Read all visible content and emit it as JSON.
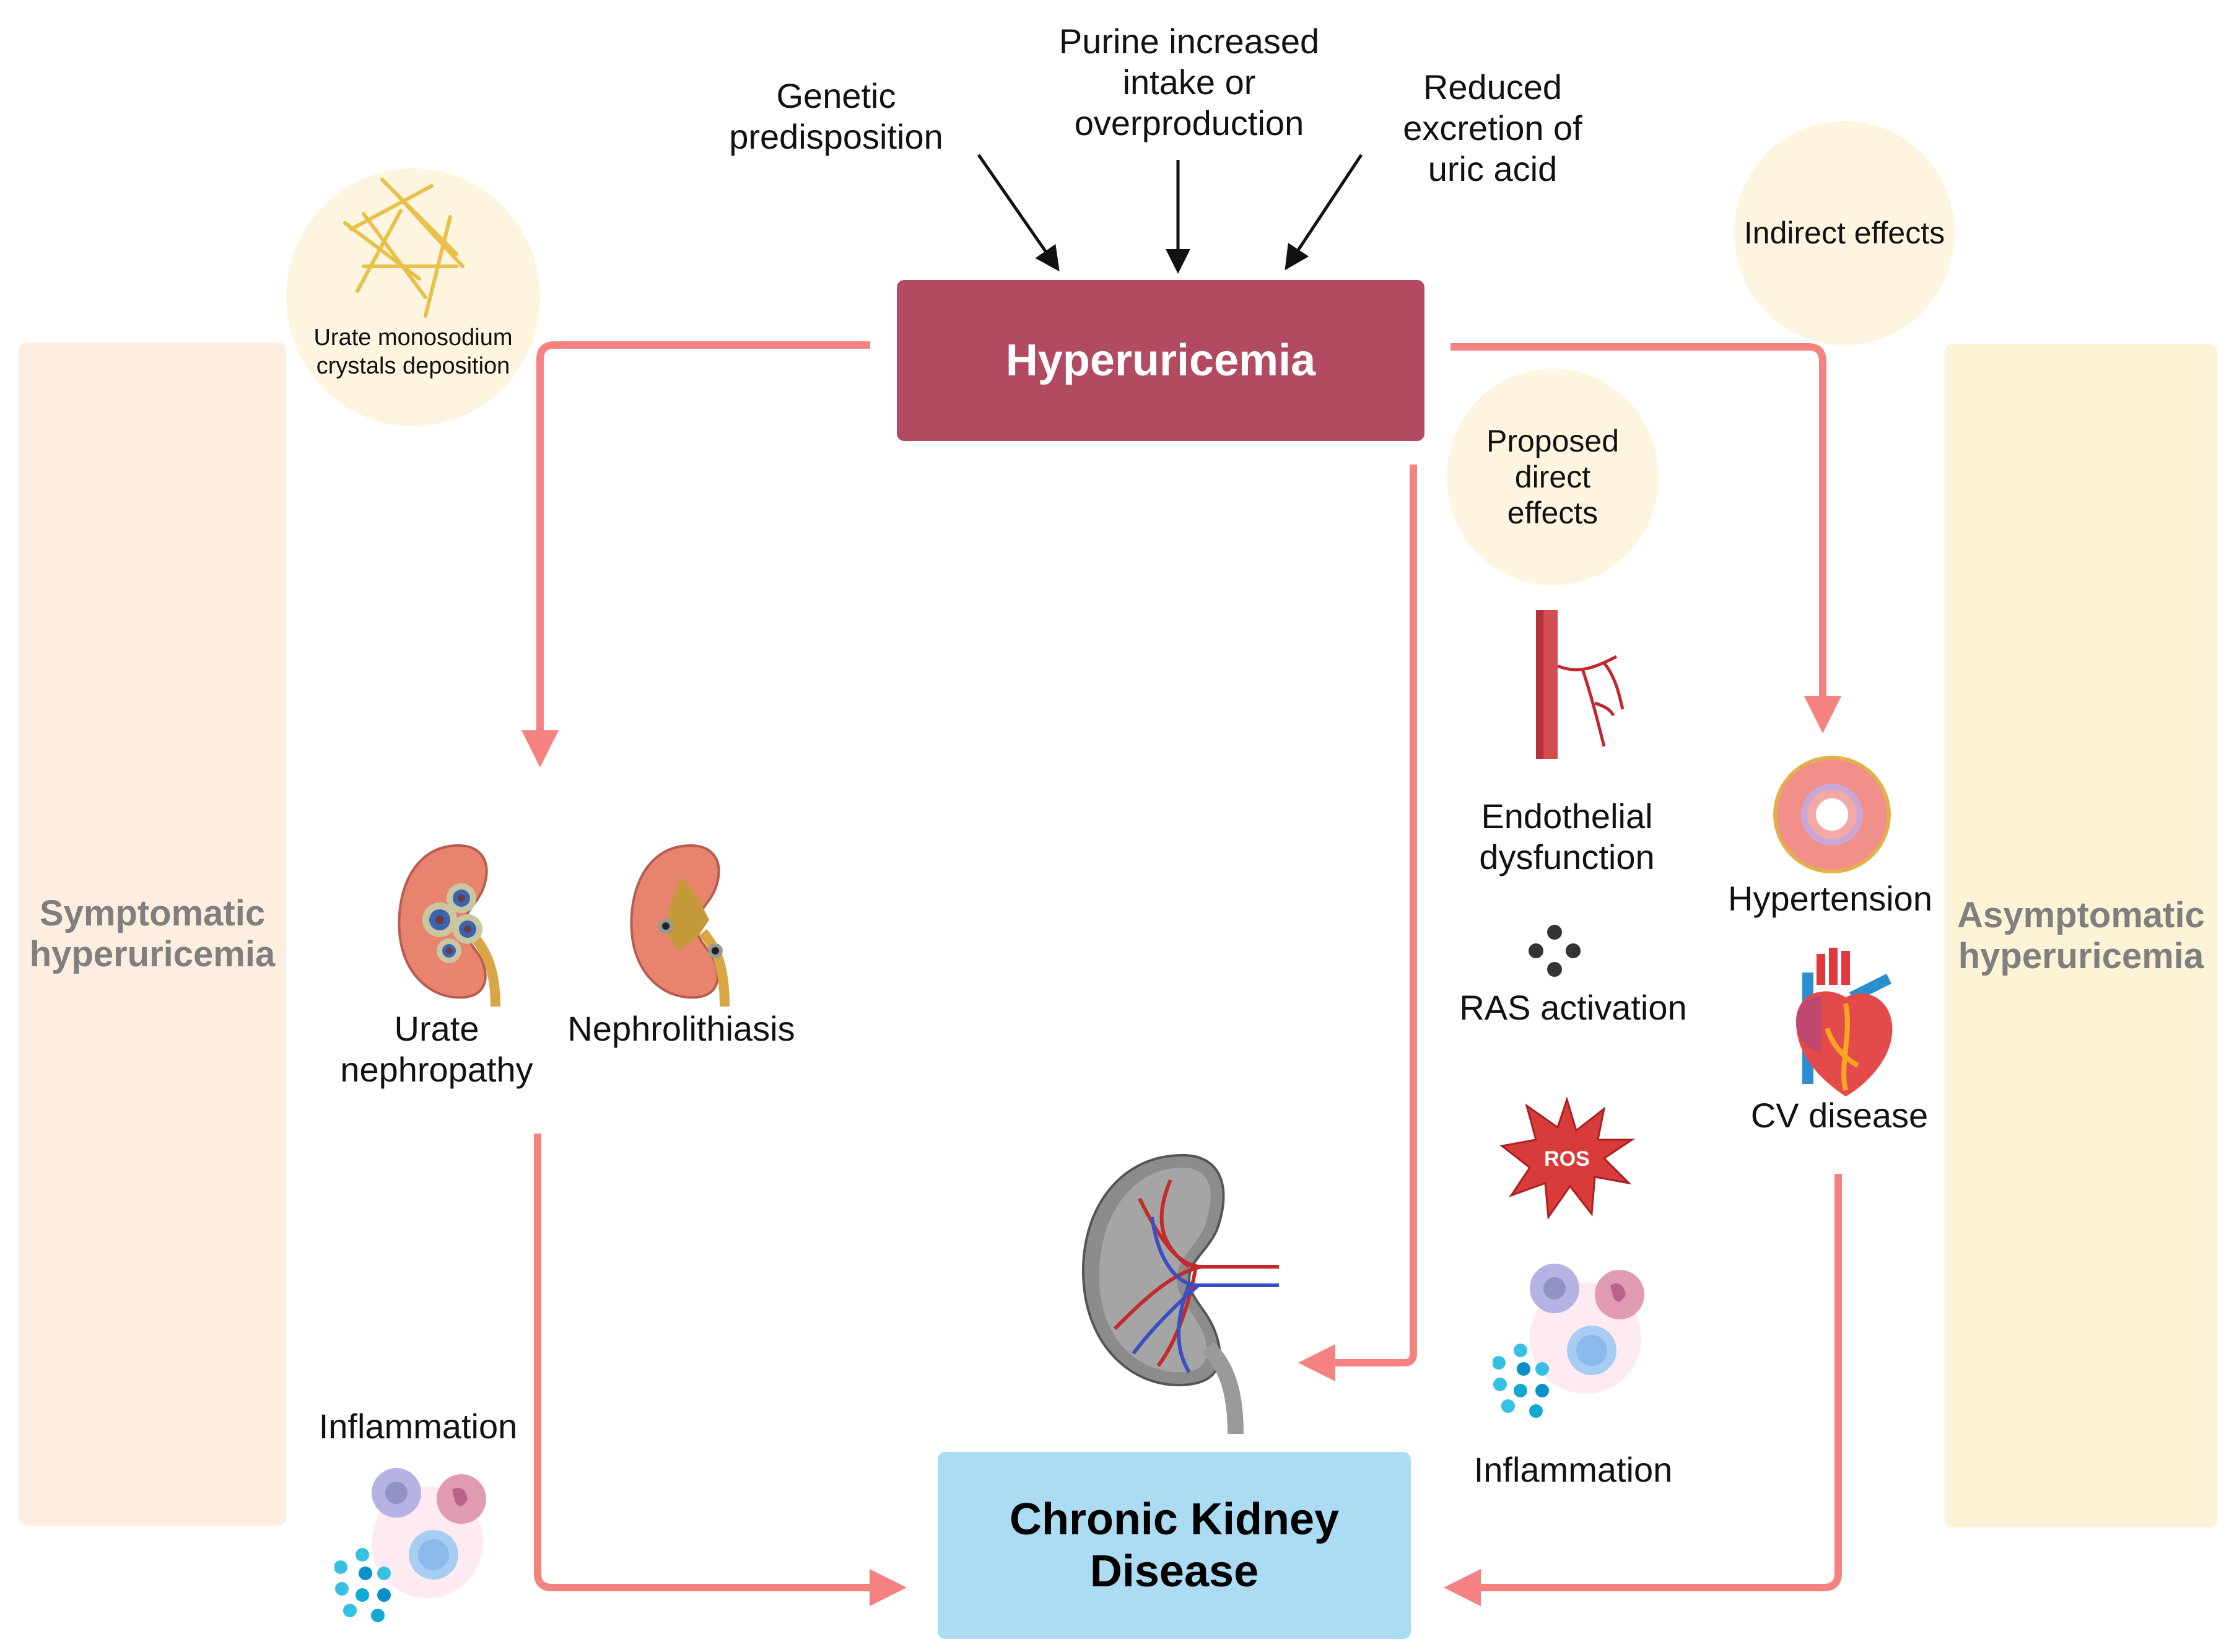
{
  "colors": {
    "hyperuricemia_box": "#b24a62",
    "ckd_box": "#acdcf4",
    "connector": "#f68181",
    "symptomatic_band": "#feeee0",
    "asymptomatic_band": "#fdf3d6",
    "bubble": "#fdf5df",
    "side_label": "#7f7f7f"
  },
  "causes": [
    {
      "line1": "Genetic",
      "line2": "predisposition"
    },
    {
      "line1": "Purine increased",
      "line2": "intake or",
      "line3": "overproduction"
    },
    {
      "line1": "Reduced",
      "line2": "excretion of",
      "line3": "uric acid"
    }
  ],
  "central": {
    "hyperuricemia": "Hyperuricemia",
    "ckd_line1": "Chronic Kidney",
    "ckd_line2": "Disease"
  },
  "bands": {
    "left_line1": "Symptomatic",
    "left_line2": "hyperuricemia",
    "right_line1": "Asymptomatic",
    "right_line2": "hyperuricemia"
  },
  "bubbles": {
    "crystals_line1": "Urate monosodium",
    "crystals_line2": "crystals deposition",
    "indirect": "Indirect effects",
    "direct_line1": "Proposed",
    "direct_line2": "direct",
    "direct_line3": "effects"
  },
  "left_branch": {
    "urate_line1": "Urate",
    "urate_line2": "nephropathy",
    "nephrolithiasis": "Nephrolithiasis",
    "inflammation": "Inflammation"
  },
  "direct_effects": {
    "endothelial_line1": "Endothelial",
    "endothelial_line2": "dysfunction",
    "ras": "RAS activation",
    "ros": "ROS",
    "inflammation": "Inflammation"
  },
  "indirect_effects": {
    "hypertension": "Hypertension",
    "cv": "CV disease"
  },
  "icons": {
    "crystals": "urate-crystals-icon",
    "urate_kidney": "urate-nephropathy-kidney-icon",
    "stone_kidney": "nephrolithiasis-kidney-icon",
    "immune_cells": "immune-cells-icon",
    "vessel": "blood-vessel-icon",
    "ras": "ras-molecules-icon",
    "ros": "ros-burst-icon",
    "artery": "artery-cross-section-icon",
    "heart": "heart-icon",
    "ckd_kidney": "ckd-kidney-icon"
  }
}
